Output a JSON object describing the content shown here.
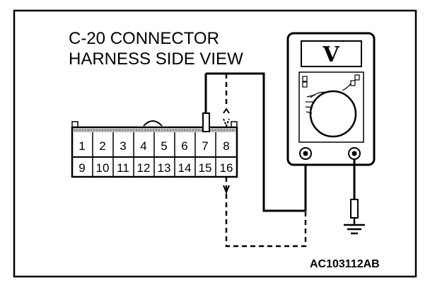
{
  "diagram": {
    "title_line1": "C-20 CONNECTOR",
    "title_line2": "HARNESS SIDE VIEW",
    "reference_code": "AC103112AB",
    "connector": {
      "top_row": [
        "1",
        "2",
        "3",
        "4",
        "5",
        "6",
        "7",
        "8"
      ],
      "bottom_row": [
        "9",
        "10",
        "11",
        "12",
        "13",
        "14",
        "15",
        "16"
      ]
    },
    "meter": {
      "display_symbol": "V"
    }
  }
}
